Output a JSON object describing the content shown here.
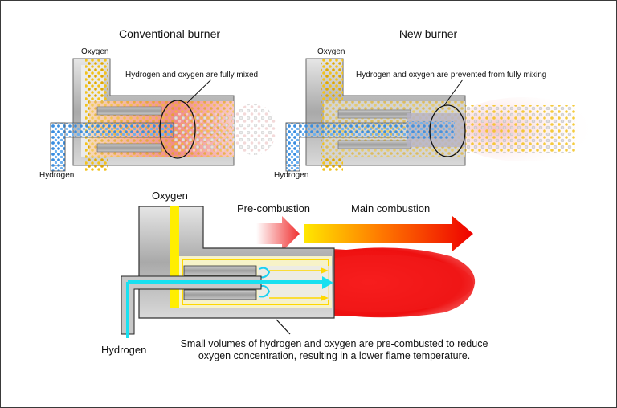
{
  "top_left": {
    "title": "Conventional burner",
    "oxygen": "Oxygen",
    "hydrogen": "Hydrogen",
    "callout": "Hydrogen and oxygen are fully mixed"
  },
  "top_right": {
    "title": "New burner",
    "oxygen": "Oxygen",
    "hydrogen": "Hydrogen",
    "callout": "Hydrogen and oxygen are prevented from fully mixing"
  },
  "bottom": {
    "oxygen": "Oxygen",
    "hydrogen": "Hydrogen",
    "pre_combustion": "Pre-combustion",
    "main_combustion": "Main combustion",
    "caption_line1": "Small volumes of hydrogen and oxygen are pre-combusted to reduce",
    "caption_line2": "oxygen concentration, resulting in a lower flame temperature."
  },
  "colors": {
    "oxygen": "#f5cc1a",
    "hydrogen": "#3b8fd6",
    "hydrogen_bottom": "#18e0f0",
    "flame_red": "#f21818",
    "pipe_gray": "#b8b8b8"
  }
}
